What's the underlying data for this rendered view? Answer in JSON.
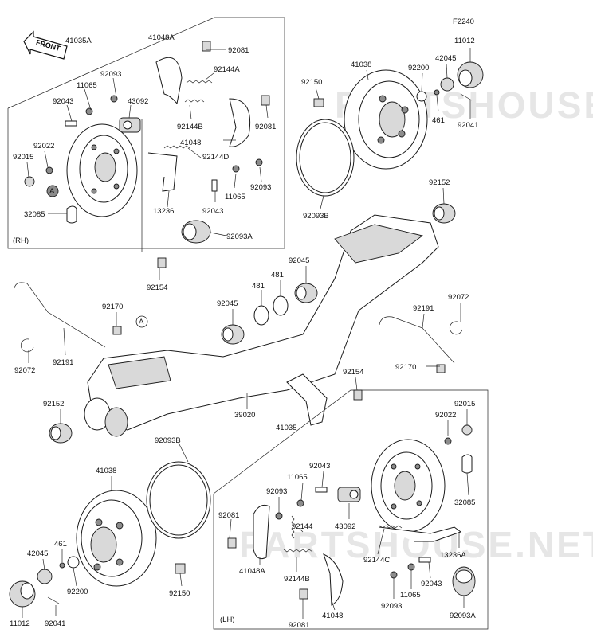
{
  "figure_code": "F2240",
  "front_label": "FRONT",
  "watermark": "PARTSHOUSE.NET",
  "sections": {
    "rh": "(RH)",
    "lh": "(LH)"
  },
  "callout_ref": "A",
  "labels": {
    "l41035A": "41035A",
    "l41048A_top": "41048A",
    "l92081_a": "92081",
    "l92093_a": "92093",
    "l92144A": "92144A",
    "l11065_a": "11065",
    "l92043_a": "92043",
    "l43092_a": "43092",
    "l92144B_a": "92144B",
    "l92081_b": "92081",
    "l41048_top": "41048",
    "l92022_a": "92022",
    "l92015_a": "92015",
    "l92144D": "92144D",
    "l92093_b": "92093",
    "l11065_b": "11065",
    "l92043_b": "92043",
    "l13236": "13236",
    "l32085_a": "32085",
    "l92093A_a": "92093A",
    "l92154_a": "92154",
    "l41038_top": "41038",
    "l92150_a": "92150",
    "l92200_a": "92200",
    "l42045_a": "42045",
    "l11012_a": "11012",
    "l461_a": "461",
    "l92041_a": "92041",
    "l92093B_a": "92093B",
    "l92152_a": "92152",
    "l92045_a": "92045",
    "l481_a": "481",
    "l481_b": "481",
    "l92045_b": "92045",
    "l92170_a": "92170",
    "l92191_a": "92191",
    "l92072_a": "92072",
    "l92191_b": "92191",
    "l92072_b": "92072",
    "l92154_b": "92154",
    "l92170_b": "92170",
    "l92152_b": "92152",
    "l39020": "39020",
    "l41035": "41035",
    "l92093B_b": "92093B",
    "l41038_b": "41038",
    "l92043_c": "92043",
    "l11065_c": "11065",
    "l92093_c": "92093",
    "l92081_c": "92081",
    "l92144": "92144",
    "l43092_b": "43092",
    "l92015_b": "92015",
    "l92022_b": "92022",
    "l32085_b": "32085",
    "l13236A": "13236A",
    "l92144C": "92144C",
    "l41048A_b": "41048A",
    "l92144B_b": "92144B",
    "l41048_b": "41048",
    "l92043_d": "92043",
    "l11065_d": "11065",
    "l92093_d": "92093",
    "l92093A_b": "92093A",
    "l92081_d": "92081",
    "l461_b": "461",
    "l42045_b": "42045",
    "l92200_b": "92200",
    "l92150_b": "92150",
    "l11012_b": "11012",
    "l92041_b": "92041"
  }
}
